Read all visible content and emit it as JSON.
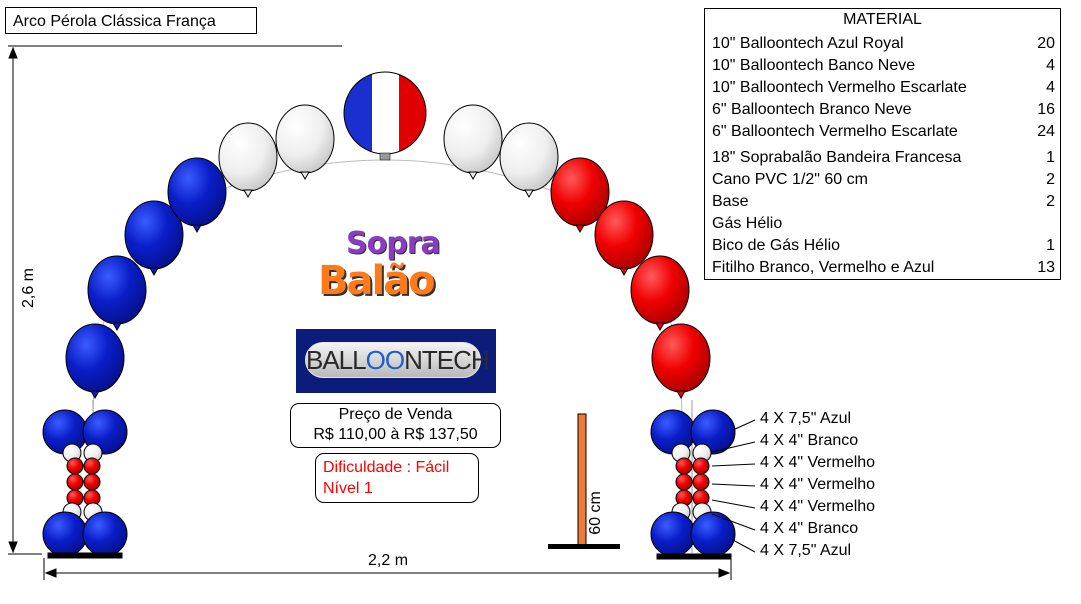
{
  "title": "Arco Pérola Clássica França",
  "material": {
    "header": "MATERIAL",
    "items": [
      {
        "desc": "10\" Balloontech Azul Royal",
        "qty": "20"
      },
      {
        "desc": "10\" Balloontech Banco Neve",
        "qty": "4"
      },
      {
        "desc": "10\" Balloontech Vermelho Escarlate",
        "qty": "4"
      },
      {
        "desc": "6\" Balloontech Branco Neve",
        "qty": "16"
      },
      {
        "desc": "6\" Balloontech Vermelho Escarlate",
        "qty": "24"
      },
      {
        "desc": "18\" Soprabalão Bandeira Francesa",
        "qty": "1"
      },
      {
        "desc": "Cano PVC 1/2\" 60 cm",
        "qty": "2"
      },
      {
        "desc": "Base",
        "qty": "2"
      },
      {
        "desc": "Gás Hélio",
        "qty": ""
      },
      {
        "desc": "Bico de Gás Hélio",
        "qty": "1"
      },
      {
        "desc": "Fitilho Branco, Vermelho e Azul",
        "qty": "13"
      }
    ]
  },
  "price": {
    "label": "Preço de Venda",
    "value": "R$ 110,00 à R$ 137,50"
  },
  "difficulty": {
    "label": "Dificuldade : Fácil",
    "level": "Nível 1"
  },
  "dimensions": {
    "height": "2,6 m",
    "width": "2,2 m",
    "pipe": "60 cm"
  },
  "column_labels": [
    "4 X 7,5\" Azul",
    "4 X 4\" Branco",
    "4 X 4\" Vermelho",
    "4 X 4\" Vermelho",
    "4 X 4\" Vermelho",
    "4 X 4\" Branco",
    "4 X 7,5\" Azul"
  ],
  "logos": {
    "soprabalao": {
      "line1": "Sopra",
      "line2": "Balão"
    },
    "balloontech": {
      "left": "BALL",
      "mid": "OO",
      "right": "NTECH"
    }
  },
  "colors": {
    "blue": "#0a1ec8",
    "red": "#f00000",
    "white": "#eeeeee",
    "outline": "#000000",
    "pipe": "#f07a3c"
  }
}
